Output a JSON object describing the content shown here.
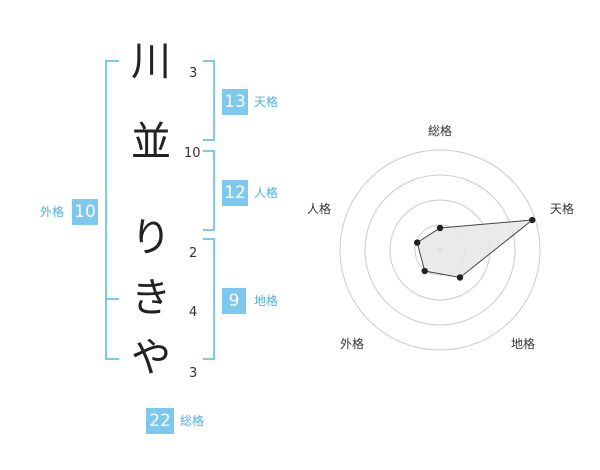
{
  "name": {
    "characters": [
      {
        "char": "川",
        "strokes": "3"
      },
      {
        "char": "並",
        "strokes": "10"
      },
      {
        "char": "り",
        "strokes": "2"
      },
      {
        "char": "き",
        "strokes": "4"
      },
      {
        "char": "や",
        "strokes": "3"
      }
    ]
  },
  "fortune": {
    "tenkaku": {
      "label": "天格",
      "value": "13"
    },
    "jinkaku": {
      "label": "人格",
      "value": "12"
    },
    "chikaku": {
      "label": "地格",
      "value": "9"
    },
    "gaikaku": {
      "label": "外格",
      "value": "10"
    },
    "soukaku": {
      "label": "総格",
      "value": "22"
    }
  },
  "chart_data": {
    "type": "radar",
    "axes": [
      "総格",
      "天格",
      "地格",
      "外格",
      "人格"
    ],
    "values": [
      22,
      97,
      34,
      26,
      24
    ],
    "range": [
      0,
      100
    ],
    "rings": 4,
    "colors": {
      "fill": "#e6e6e6",
      "stroke": "#444444",
      "ring": "#cccccc",
      "accent": "#7ec8ee"
    }
  }
}
